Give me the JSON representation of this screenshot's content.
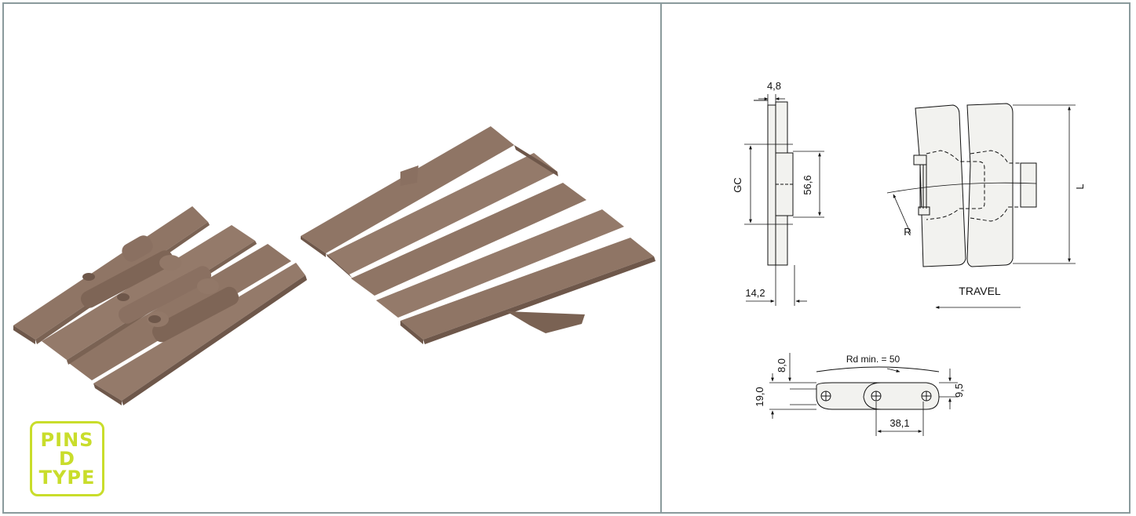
{
  "badge": {
    "line1": "PINS",
    "line2": "D",
    "line3": "TYPE"
  },
  "colors": {
    "chain": "#8f7565",
    "chain_dark": "#6e574a",
    "chain_light": "#a38a7b",
    "badge": "#c9dd2b",
    "frame": "#8a9a9c"
  },
  "dims": {
    "thickness": "4,8",
    "gc": "GC",
    "height": "56,6",
    "width_bottom": "14,2",
    "length": "L",
    "radius": "R",
    "travel": "TRAVEL",
    "hinge_top": "8,0",
    "hinge_total": "19,0",
    "rd_min": "Rd min. = 50",
    "hinge_right": "9,5",
    "pitch": "38,1"
  }
}
